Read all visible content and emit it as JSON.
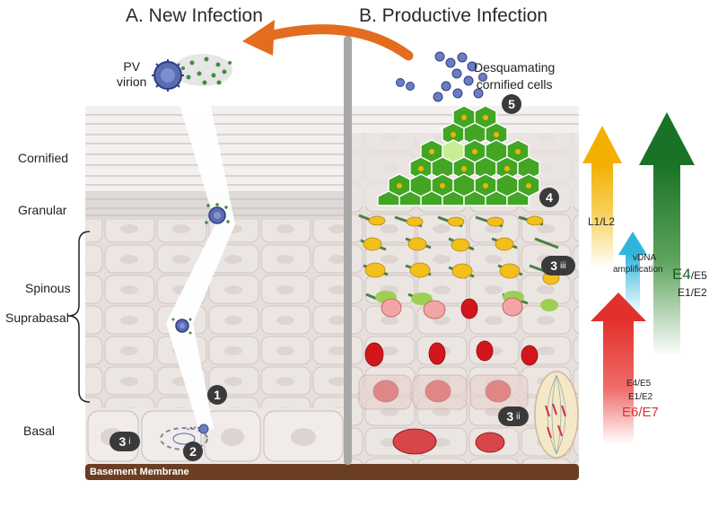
{
  "titles": {
    "a": "A.  New Infection",
    "b": "B.  Productive Infection"
  },
  "labels": {
    "virion": "PV\nvirion",
    "desquamating": "Desquamating\ncornified cells",
    "basement": "Basement Membrane"
  },
  "layers": {
    "cornified": "Cornified",
    "granular": "Granular",
    "spinous": "Spinous",
    "suprabasal": "Suprabasal",
    "basal": "Basal"
  },
  "steps": {
    "s1": "1",
    "s2": "2",
    "s3i_num": "3",
    "s3i_sub": "i",
    "s3ii_num": "3",
    "s3ii_sub": "ii",
    "s3iii_num": "3",
    "s3iii_sub": "iii",
    "s4": "4",
    "s5": "5"
  },
  "expression": {
    "l1l2": "L1/L2",
    "vdna_line1": "vDNA",
    "vdna_line2": "amplification",
    "e4_big": "E4",
    "e4_suffix": "/E5",
    "e1e2_green": "E1/E2",
    "e4e5_red": "E4/E5",
    "e1e2_red": "E1/E2",
    "e6e7": "E6/E7"
  },
  "colors": {
    "orange_arrow": "#e36c1e",
    "yellow": "#f4b000",
    "cyan": "#35b8d8",
    "green": "#1f7a2a",
    "red": "#e2302c",
    "virus": "#5466a8",
    "basement": "#6b3e22"
  }
}
